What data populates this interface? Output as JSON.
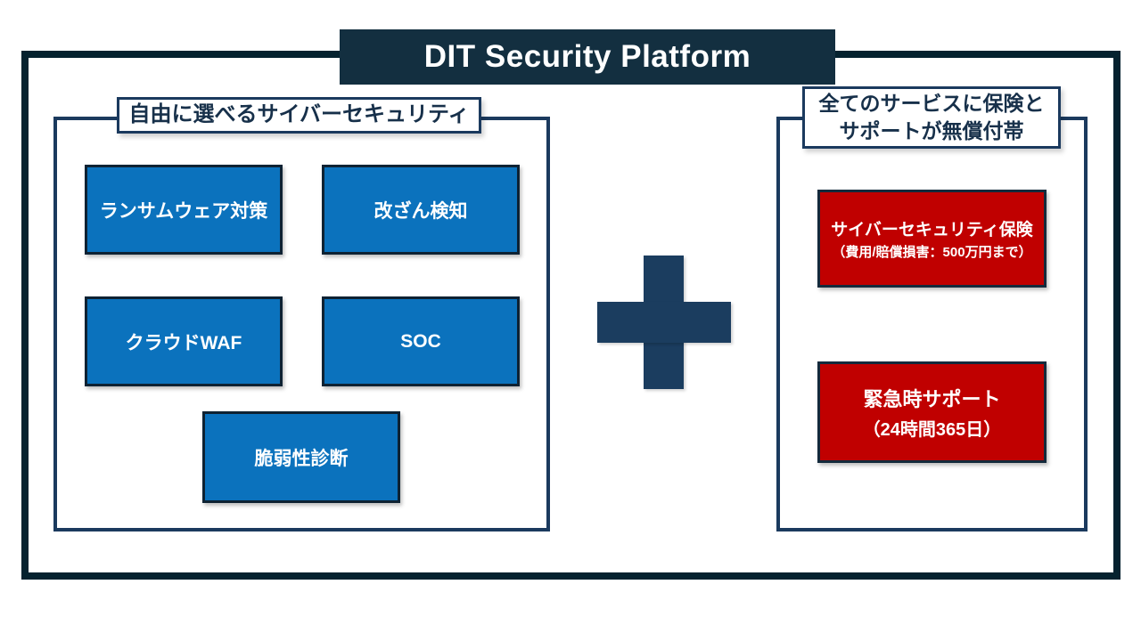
{
  "colors": {
    "frame": "#05222F",
    "banner_bg": "#132F40",
    "group_border": "#1B3A5E",
    "label_text": "#17304A",
    "service_blue": "#0B72BD",
    "service_border": "#0E2233",
    "benefit_red": "#C00000",
    "benefit_border": "#142A3C",
    "plus": "#1B3D5F",
    "white": "#FFFFFF"
  },
  "banner": {
    "title": "DIT Security Platform"
  },
  "left_section": {
    "header": "自由に選べるサイバーセキュリティ",
    "services": [
      {
        "label": "ランサムウェア対策"
      },
      {
        "label": "改ざん検知"
      },
      {
        "label": "クラウドWAF"
      },
      {
        "label": "SOC"
      },
      {
        "label": "脆弱性診断"
      }
    ]
  },
  "right_section": {
    "header": "全てのサービスに保険と\nサポートが無償付帯",
    "benefits": [
      {
        "title": "サイバーセキュリティ保険",
        "subtitle": "（費用/賠償損害：500万円まで）"
      },
      {
        "title": "緊急時サポート",
        "subtitle": "（24時間365日）"
      }
    ]
  }
}
